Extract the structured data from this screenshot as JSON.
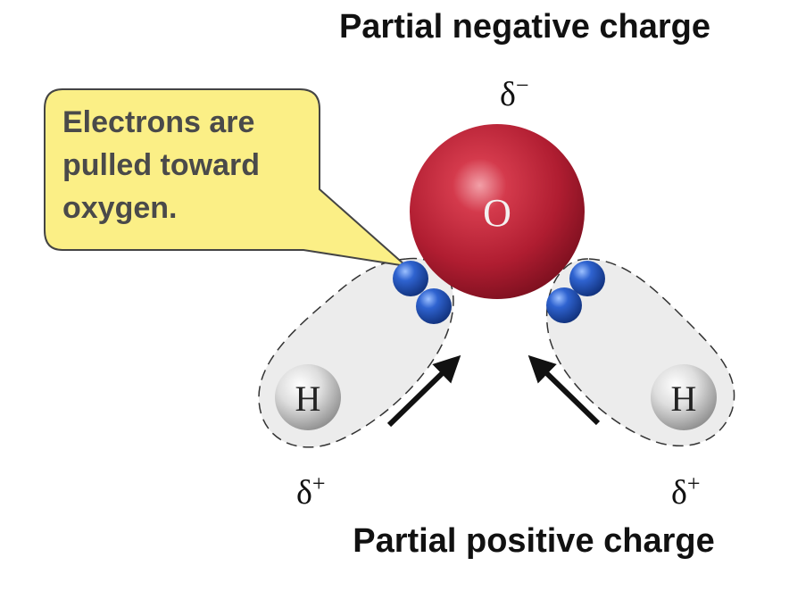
{
  "labels": {
    "negative_charge": "Partial negative charge",
    "positive_charge": "Partial positive charge"
  },
  "callout": {
    "lines": [
      "Electrons are",
      "pulled toward",
      "oxygen."
    ]
  },
  "charges": {
    "delta_minus_symbol": "δ",
    "delta_minus_sign": "−",
    "delta_plus_left_symbol": "δ",
    "delta_plus_left_sign": "+",
    "delta_plus_right_symbol": "δ",
    "delta_plus_right_sign": "+"
  },
  "atoms": {
    "oxygen": "O",
    "hydrogen_left": "H",
    "hydrogen_right": "H"
  },
  "colors": {
    "oxygen": "#b81f33",
    "hydrogen": "#c8c8c8",
    "electron": "#1f4fb8",
    "callout_fill": "#fbef86",
    "bond_region": "#ececec",
    "arrow": "#111111"
  }
}
